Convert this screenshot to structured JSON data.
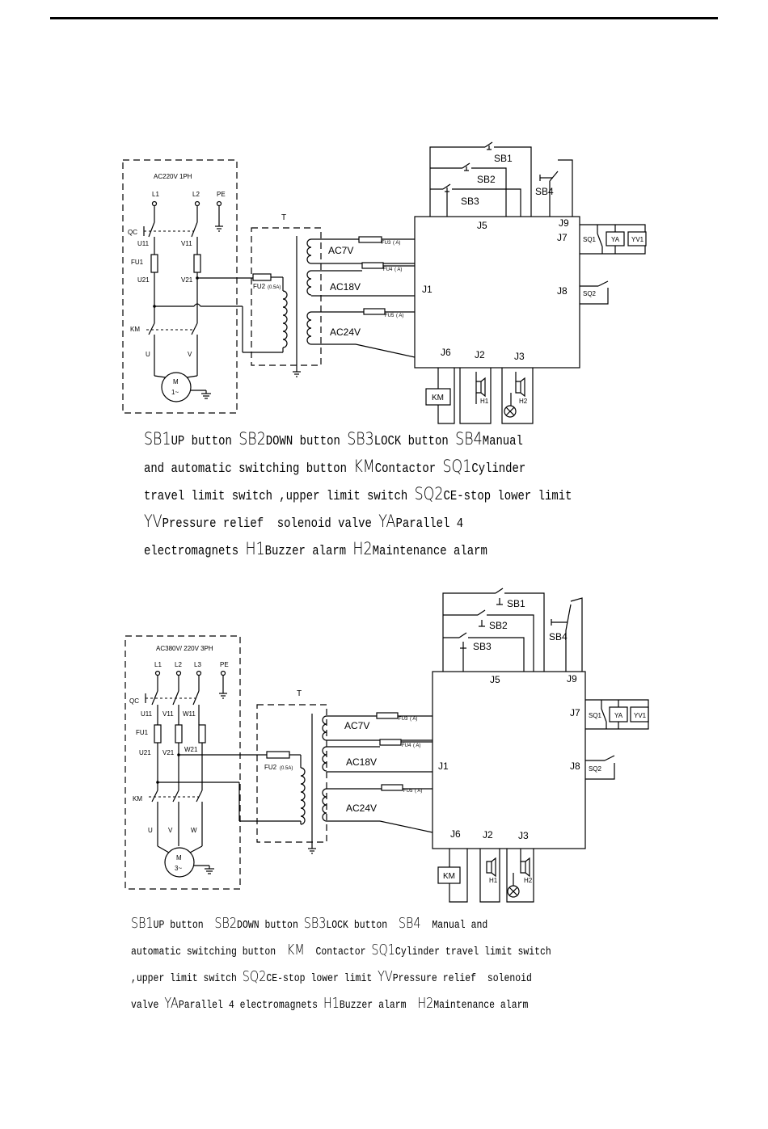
{
  "diagram1": {
    "supply": "AC220V 1PH",
    "terminals": [
      "L1",
      "L2",
      "PE"
    ],
    "qc": "QC",
    "fu1": "FU1",
    "u11": "U11",
    "v11": "V11",
    "u21": "U21",
    "v21": "V21",
    "km": "KM",
    "motor_terms": [
      "U",
      "V"
    ],
    "motor": "M",
    "motor_type": "1~",
    "transformer": "T",
    "fu2": "FU2",
    "fu2_rating": "(0.5A)",
    "windings": [
      "AC7V",
      "AC18V",
      "AC24V"
    ],
    "fuses": [
      "FU3",
      "FU4",
      "FU5"
    ],
    "fuse_rating": "( A)",
    "switches": [
      "SB1",
      "SB2",
      "SB3",
      "SB4"
    ],
    "connectors": {
      "j1": "J1",
      "j2": "J2",
      "j3": "J3",
      "j5": "J5",
      "j6": "J6",
      "j7": "J7",
      "j8": "J8",
      "j9": "J9"
    },
    "sq1": "SQ1",
    "sq2": "SQ2",
    "ya": "YA",
    "yv1": "YV1",
    "km_coil": "KM",
    "h1": "H1",
    "h2": "H2"
  },
  "legend1": [
    [
      {
        "c": "SB1"
      },
      {
        "t": "UP button "
      },
      {
        "c": "SB2"
      },
      {
        "t": "DOWN button "
      },
      {
        "c": "SB3"
      },
      {
        "t": "LOCK button "
      },
      {
        "c": "SB4"
      },
      {
        "t": "Manual"
      }
    ],
    [
      {
        "t": "and automatic switching button "
      },
      {
        "c": "KM"
      },
      {
        "t": "Contactor "
      },
      {
        "c": "SQ1"
      },
      {
        "t": "Cylinder"
      }
    ],
    [
      {
        "t": "travel limit switch ,upper limit switch "
      },
      {
        "c": "SQ2"
      },
      {
        "t": "CE-stop lower limit"
      }
    ],
    [
      {
        "c": "YV"
      },
      {
        "t": "Pressure relief  solenoid valve "
      },
      {
        "c": "YA"
      },
      {
        "t": "Parallel 4"
      }
    ],
    [
      {
        "t": "electromagnets "
      },
      {
        "c": "H1"
      },
      {
        "t": "Buzzer alarm "
      },
      {
        "c": "H2"
      },
      {
        "t": "Maintenance alarm"
      }
    ]
  ],
  "diagram2": {
    "supply": "AC380V/ 220V 3PH",
    "terminals": [
      "L1",
      "L2",
      "L3",
      "PE"
    ],
    "qc": "QC",
    "fu1": "FU1",
    "u11": "U11",
    "v11": "V11",
    "w11": "W11",
    "u21": "U21",
    "v21": "V21",
    "w21": "W21",
    "km": "KM",
    "motor_terms": [
      "U",
      "V",
      "W"
    ],
    "motor": "M",
    "motor_type": "3~",
    "transformer": "T",
    "fu2": "FU2",
    "fu2_rating": "(0.5A)",
    "windings": [
      "AC7V",
      "AC18V",
      "AC24V"
    ],
    "fuses": [
      "FU3",
      "FU4",
      "FU5"
    ],
    "fuse_rating": "( A)",
    "switches": [
      "SB1",
      "SB2",
      "SB3",
      "SB4"
    ],
    "connectors": {
      "j1": "J1",
      "j2": "J2",
      "j3": "J3",
      "j5": "J5",
      "j6": "J6",
      "j7": "J7",
      "j8": "J8",
      "j9": "J9"
    },
    "sq1": "SQ1",
    "sq2": "SQ2",
    "ya": "YA",
    "yv1": "YV1",
    "km_coil": "KM",
    "h1": "H1",
    "h2": "H2"
  },
  "legend2": [
    [
      {
        "c": "SB1"
      },
      {
        "t": "UP button  "
      },
      {
        "c": "SB2"
      },
      {
        "t": "DOWN button "
      },
      {
        "c": "SB3"
      },
      {
        "t": "LOCK button  "
      },
      {
        "c": "SB4"
      },
      {
        "t": "  Manual and"
      }
    ],
    [
      {
        "t": "automatic switching button  "
      },
      {
        "c": "KM"
      },
      {
        "t": "  Contactor "
      },
      {
        "c": "SQ1"
      },
      {
        "t": "Cylinder travel limit switch"
      }
    ],
    [
      {
        "t": ",upper limit switch "
      },
      {
        "c": "SQ2"
      },
      {
        "t": "CE-stop lower limit "
      },
      {
        "c": "YV"
      },
      {
        "t": "Pressure relief  solenoid"
      }
    ],
    [
      {
        "t": "valve "
      },
      {
        "c": "YA"
      },
      {
        "t": "Parallel 4 electromagnets "
      },
      {
        "c": "H1"
      },
      {
        "t": "Buzzer alarm  "
      },
      {
        "c": "H2"
      },
      {
        "t": "Maintenance alarm"
      }
    ]
  ]
}
